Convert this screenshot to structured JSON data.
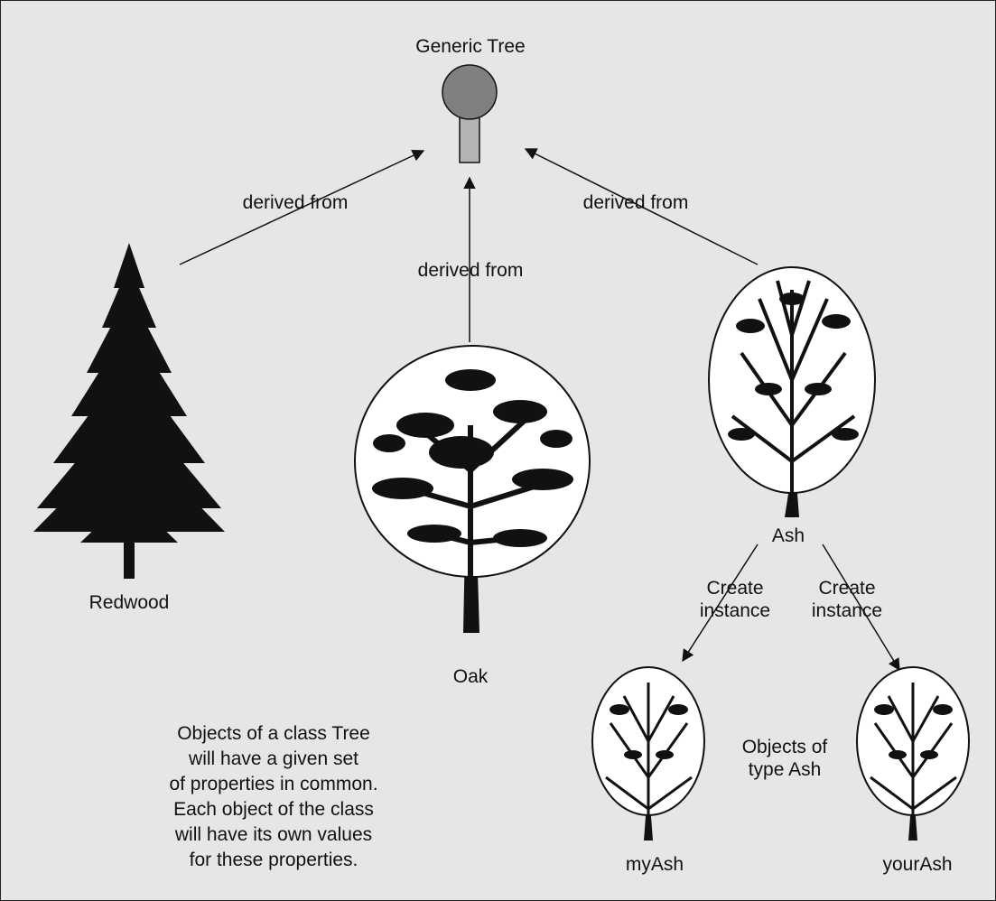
{
  "diagram": {
    "root_label": "Generic Tree",
    "edge_label": "derived from",
    "instance_edge_label": "Create\ninstance",
    "nodes": {
      "redwood": "Redwood",
      "oak": "Oak",
      "ash": "Ash",
      "my_ash": "myAsh",
      "your_ash": "yourAsh"
    },
    "instances_caption": "Objects of\ntype Ash",
    "note": "Objects of a class Tree\nwill have a given set\nof properties in common.\nEach object of the class\nwill have its own values\nfor these properties.",
    "colors": {
      "background": "#e6e6e6",
      "root_head": "#808080",
      "root_trunk": "#b3b3b3",
      "ink": "#111111"
    }
  }
}
